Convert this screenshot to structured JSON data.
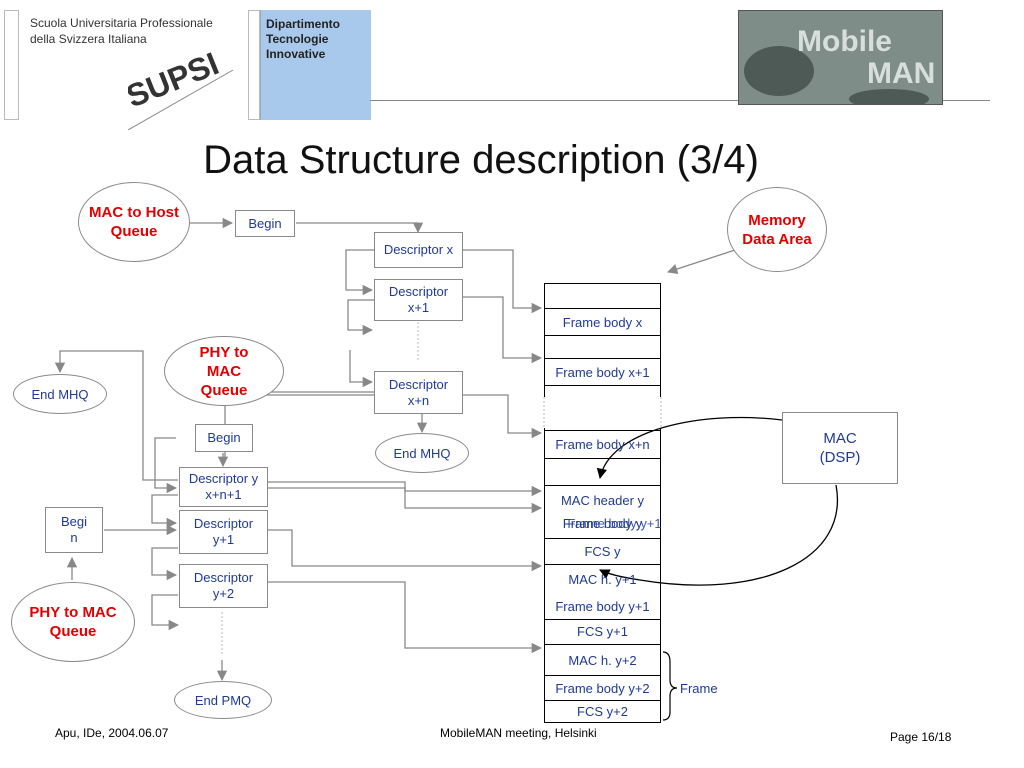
{
  "header": {
    "school_line1": "Scuola Universitaria Professionale",
    "school_line2": "della Svizzera Italiana",
    "logo_text": "SUPSI",
    "dept_line1": "Dipartimento",
    "dept_line2": "Tecnologie",
    "dept_line3": "Innovative",
    "mobileman_word1": "Mobile",
    "mobileman_word2": "MAN"
  },
  "title": "Data Structure description (3/4)",
  "diagram": {
    "mac_to_host_queue": "MAC to Host Queue",
    "begin_top": "Begin",
    "descriptor_x": "Descriptor x",
    "descriptor_x1": "Descriptor x+1",
    "descriptor_xn": "Descriptor x+n",
    "end_mhq_mid": "End MHQ",
    "memory_data_area": "Memory Data Area",
    "phy_to_mac_queue_mid": "PHY to MAC Queue",
    "end_mhq_left": "End MHQ",
    "begin_mid": "Begin",
    "descriptor_y": "Descriptor y",
    "descriptor_y_sub": "x+n+1",
    "descriptor_y1": "Descriptor y+1",
    "descriptor_y2": "Descriptor y+2",
    "begin_left": "Begi n",
    "phy_to_mac_queue_left": "PHY to MAC Queue",
    "end_pmq": "End PMQ",
    "mac_dsp": "MAC (DSP)",
    "frame_label": "Frame",
    "memory_cells": {
      "frame_body_x": "Frame body x",
      "frame_body_x1": "Frame body x+1",
      "frame_body_xn": "Frame body x+n",
      "mac_header_y": "MAC header y",
      "frame_body_y_overlap": "Frame body y",
      "frame_body_y1_overlap": "Frame body y+1",
      "fcs_y": "FCS y",
      "mac_h_y1": "MAC h. y+1",
      "frame_body_y1": "Frame body y+1",
      "fcs_y1": "FCS y+1",
      "mac_h_y2": "MAC h. y+2",
      "frame_body_y2": "Frame body y+2",
      "fcs_y2": "FCS y+2"
    }
  },
  "footer": {
    "left": "Apu, IDe, 2004.06.07",
    "center": "MobileMAN meeting, Helsinki",
    "right": "Page 16/18"
  }
}
